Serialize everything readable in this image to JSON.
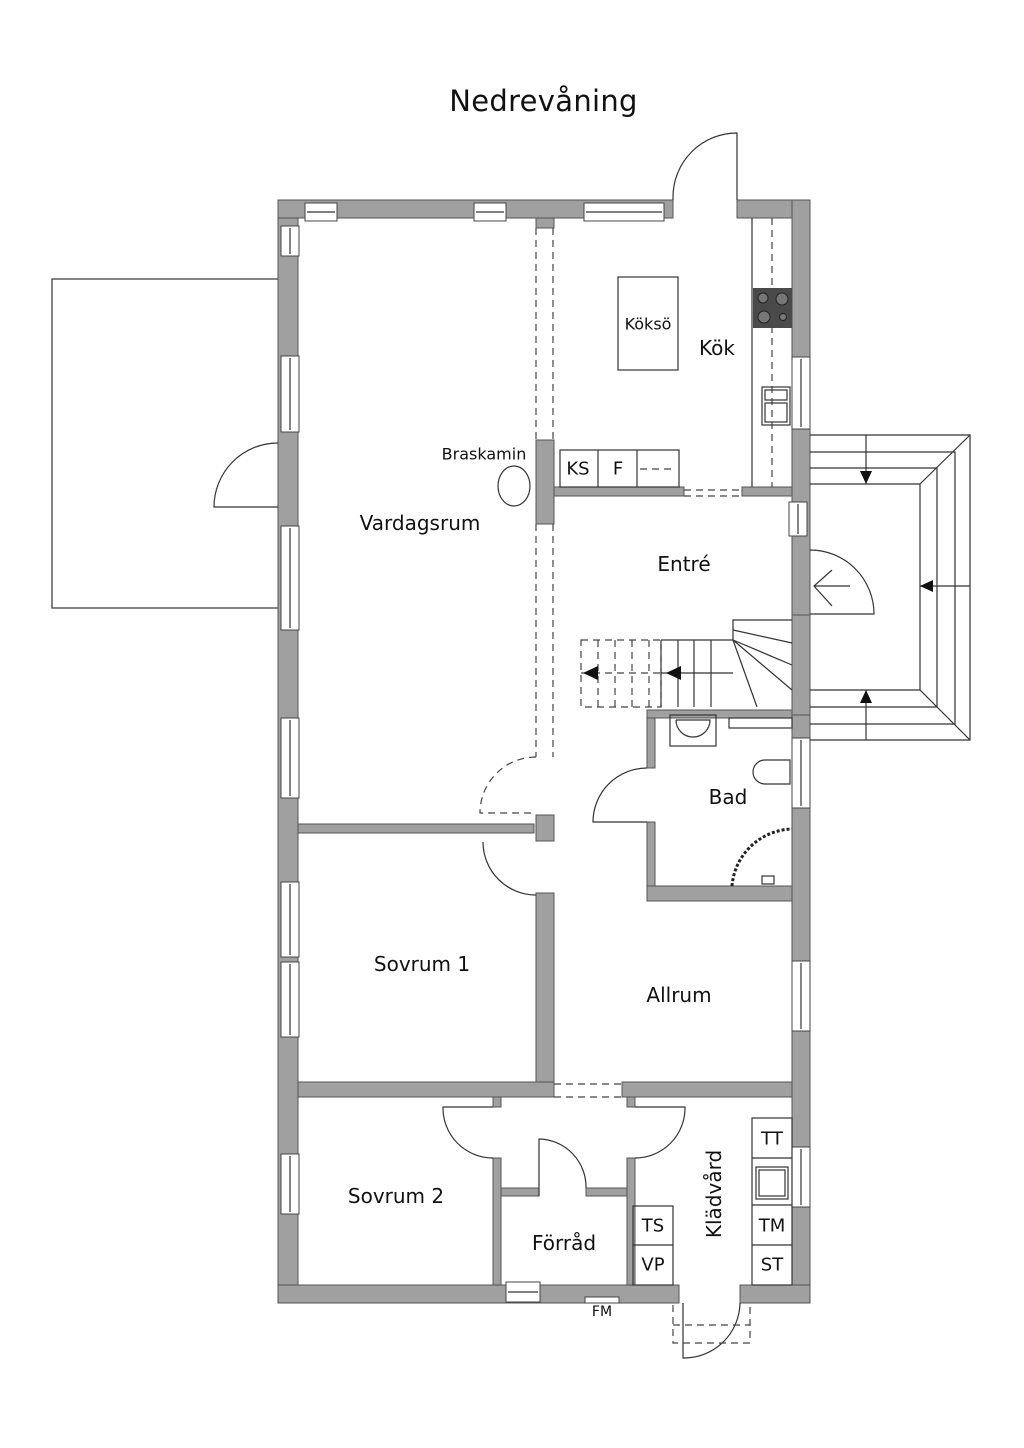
{
  "title": "Nedrevåning",
  "colors": {
    "wall": "#a0a0a0",
    "wall_edge": "#555555",
    "line": "#333333",
    "background": "#ffffff",
    "stove": "#4a4a4a"
  },
  "rooms": {
    "vardagsrum": "Vardagsrum",
    "kok": "Kök",
    "entre": "Entré",
    "bad": "Bad",
    "sovrum1": "Sovrum 1",
    "allrum": "Allrum",
    "sovrum2": "Sovrum 2",
    "forrad": "Förråd",
    "kladvard": "Klädvård"
  },
  "fixtures": {
    "koksö": "Köksö",
    "braskamin": "Braskamin",
    "ks": "KS",
    "f": "F",
    "ts": "TS",
    "vp": "VP",
    "tt": "TT",
    "tm": "TM",
    "st": "ST",
    "fm": "FM"
  }
}
